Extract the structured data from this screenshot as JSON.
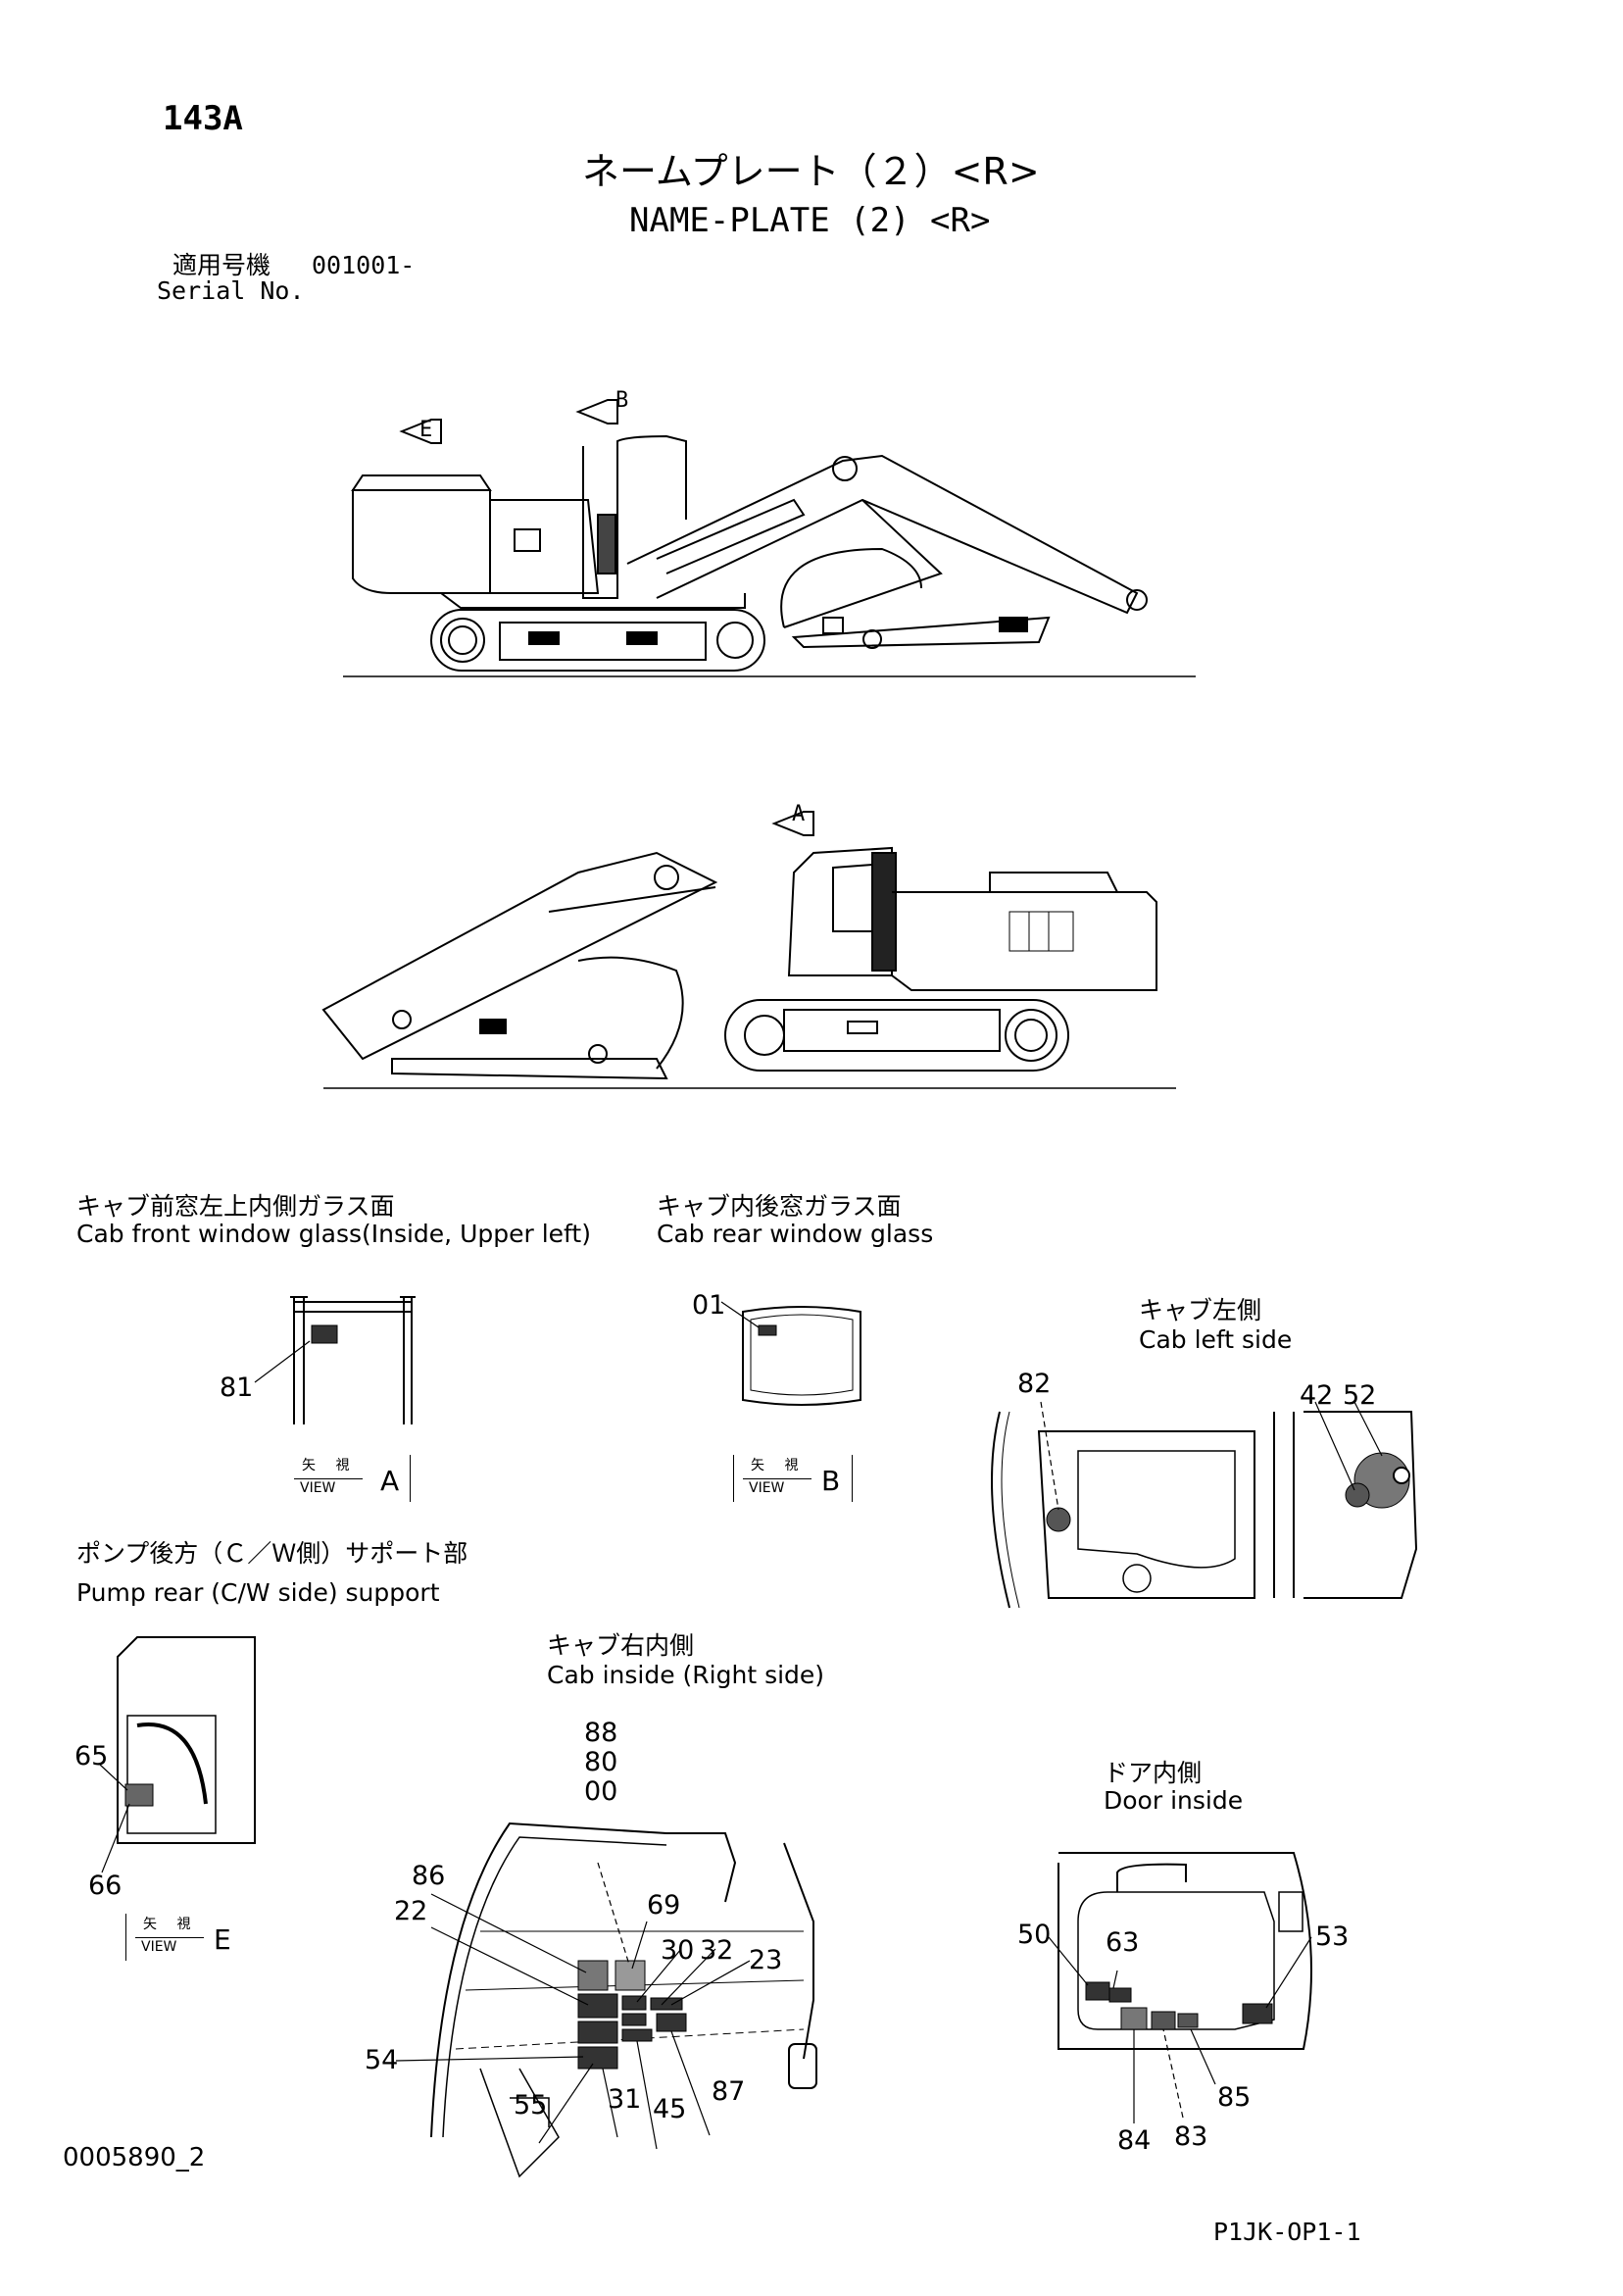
{
  "header": {
    "page_code": "143A",
    "title_jp": "ネームプレート（２）<R>",
    "title_en": "NAME-PLATE (2) <R>",
    "serial_jp": "適用号機",
    "serial_value": "001001-",
    "serial_en": "Serial No."
  },
  "arrows": {
    "e": "E",
    "b": "B",
    "a": "A"
  },
  "views": {
    "a": {
      "jp": "矢 視",
      "en": "VIEW",
      "letter": "A"
    },
    "b": {
      "jp": "矢 視",
      "en": "VIEW",
      "letter": "B"
    },
    "e": {
      "jp": "矢 視",
      "en": "VIEW",
      "letter": "E"
    }
  },
  "sections": {
    "front_window": {
      "jp": "キャブ前窓左上内側ガラス面",
      "en": "Cab front window glass(Inside, Upper left)"
    },
    "rear_window": {
      "jp": "キャブ内後窓ガラス面",
      "en": "Cab rear window glass"
    },
    "cab_left": {
      "jp": "キャブ左側",
      "en": "Cab left side"
    },
    "pump_rear": {
      "jp": "ポンプ後方（Ｃ／Ｗ側）サポート部",
      "en": "Pump rear (C/W side) support"
    },
    "cab_right": {
      "jp": "キャブ右内側",
      "en": "Cab inside (Right side)"
    },
    "door_inside": {
      "jp": "ドア内側",
      "en": "Door inside"
    }
  },
  "callouts": {
    "c81": "81",
    "c01": "01",
    "c82": "82",
    "c42": "42",
    "c52": "52",
    "c65": "65",
    "c66": "66",
    "c88": "88",
    "c80": "80",
    "c00": "00",
    "c86": "86",
    "c22": "22",
    "c69": "69",
    "c30": "30",
    "c32": "32",
    "c23": "23",
    "c54": "54",
    "c55": "55",
    "c31": "31",
    "c45": "45",
    "c87": "87",
    "c50": "50",
    "c63": "63",
    "c53": "53",
    "c84": "84",
    "c83": "83",
    "c85": "85"
  },
  "footer": {
    "doc_id": "0005890_2",
    "page_ref": "P1JK-OP1-1"
  }
}
